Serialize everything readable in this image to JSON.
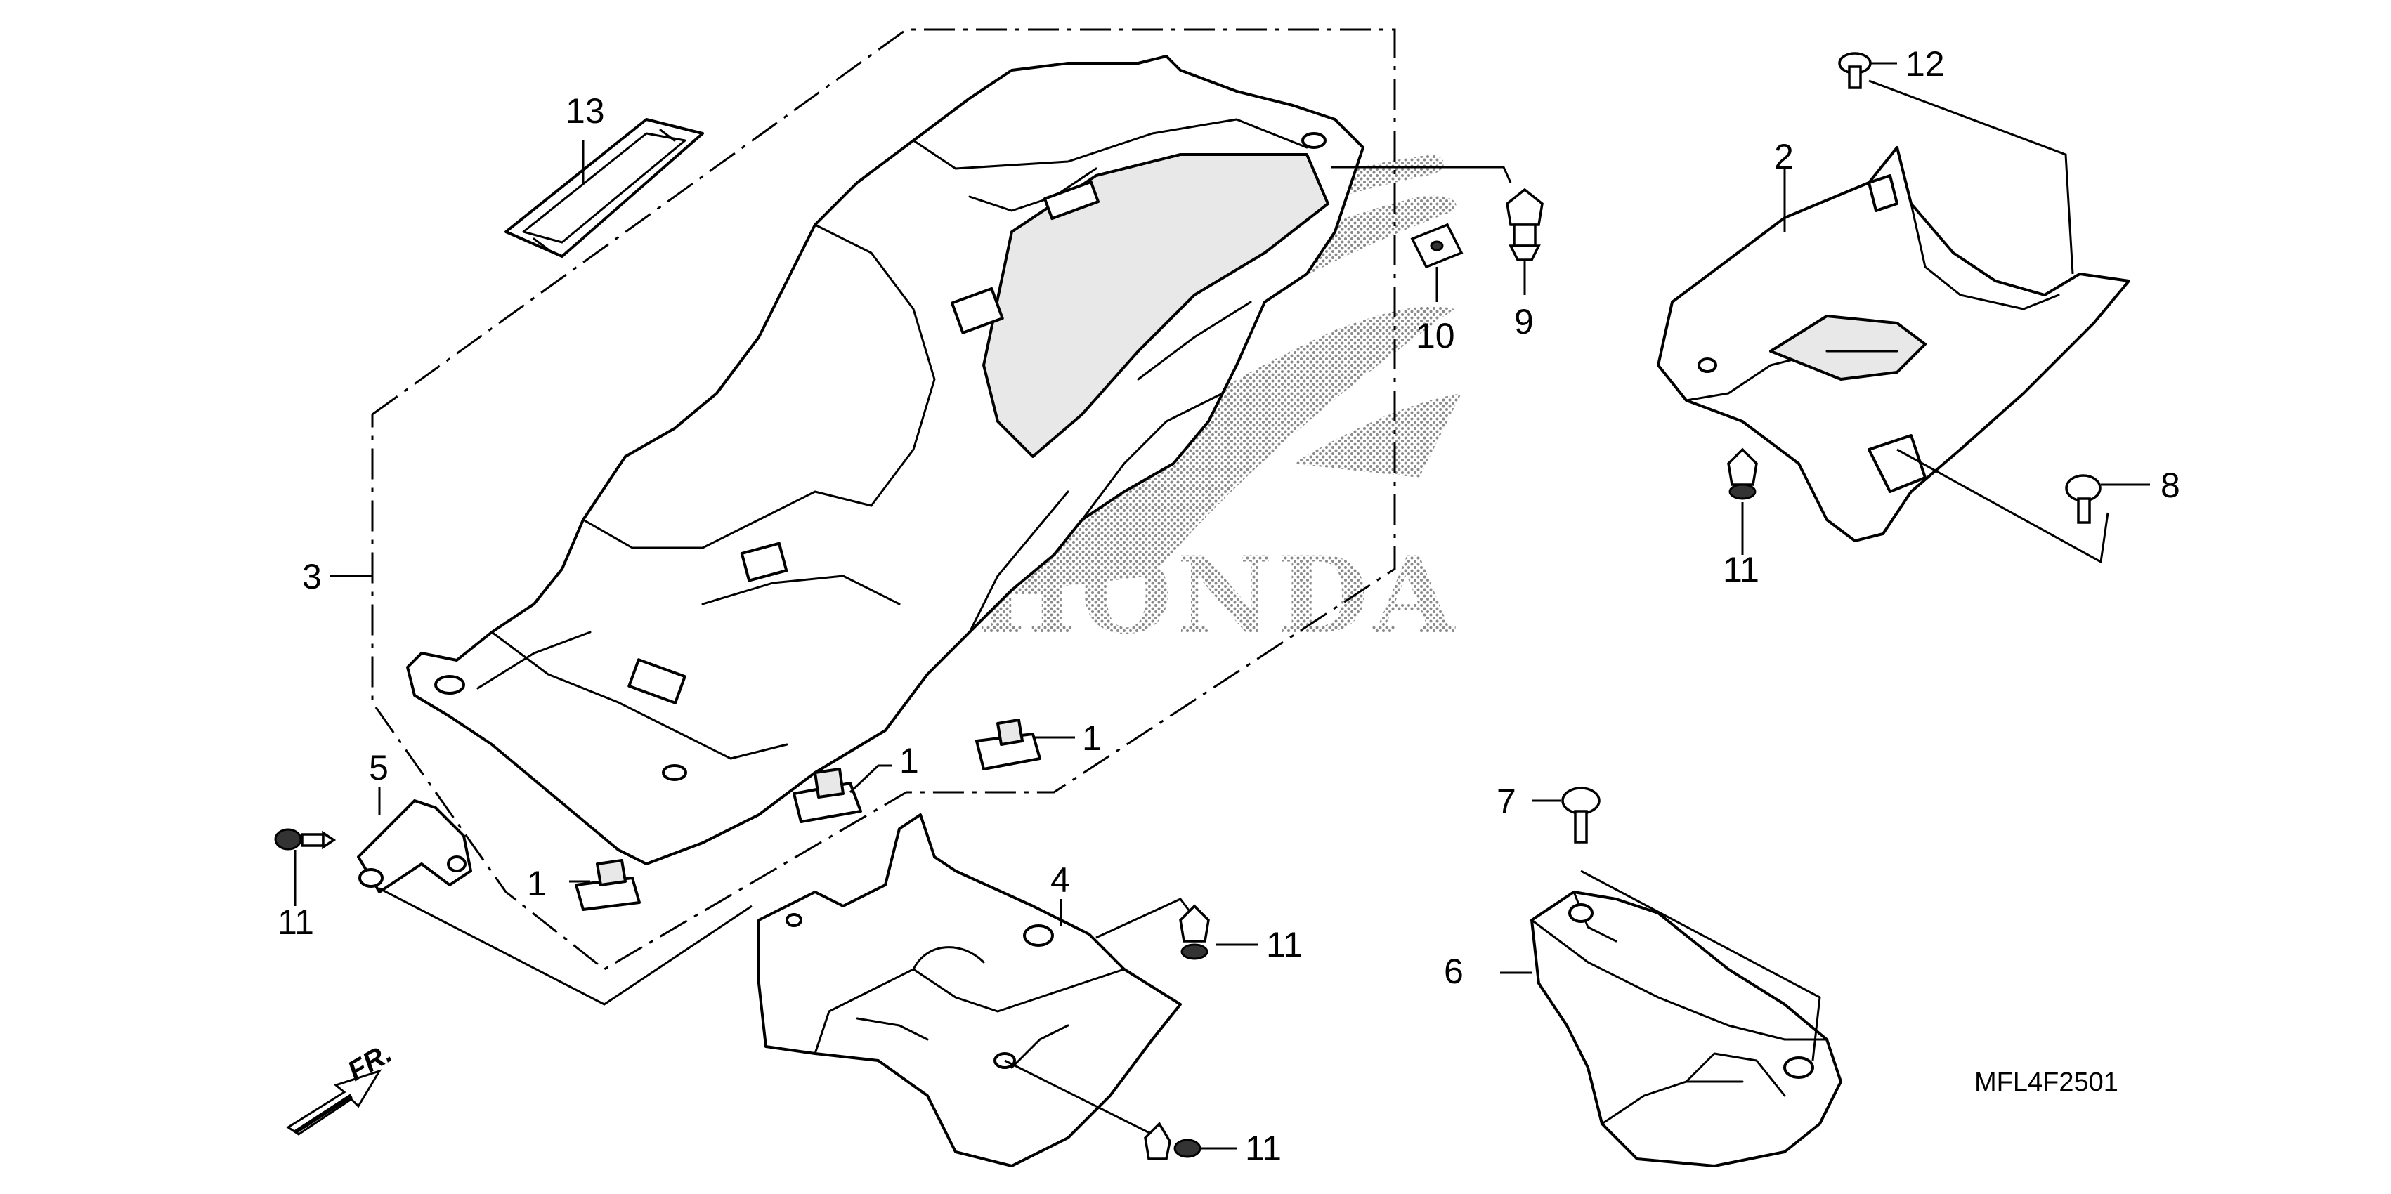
{
  "diagram": {
    "watermark": "HONDA",
    "catalog_code": "MFL4F2501",
    "direction_label": "FR.",
    "callouts": [
      {
        "id": "c1a",
        "label": "1"
      },
      {
        "id": "c1b",
        "label": "1"
      },
      {
        "id": "c1c",
        "label": "1"
      },
      {
        "id": "c2",
        "label": "2"
      },
      {
        "id": "c3",
        "label": "3"
      },
      {
        "id": "c4",
        "label": "4"
      },
      {
        "id": "c5",
        "label": "5"
      },
      {
        "id": "c6",
        "label": "6"
      },
      {
        "id": "c7",
        "label": "7"
      },
      {
        "id": "c8",
        "label": "8"
      },
      {
        "id": "c9",
        "label": "9"
      },
      {
        "id": "c10",
        "label": "10"
      },
      {
        "id": "c11a",
        "label": "11"
      },
      {
        "id": "c11b",
        "label": "11"
      },
      {
        "id": "c11c",
        "label": "11"
      },
      {
        "id": "c11d",
        "label": "11"
      },
      {
        "id": "c12",
        "label": "12"
      },
      {
        "id": "c13",
        "label": "13"
      }
    ]
  }
}
